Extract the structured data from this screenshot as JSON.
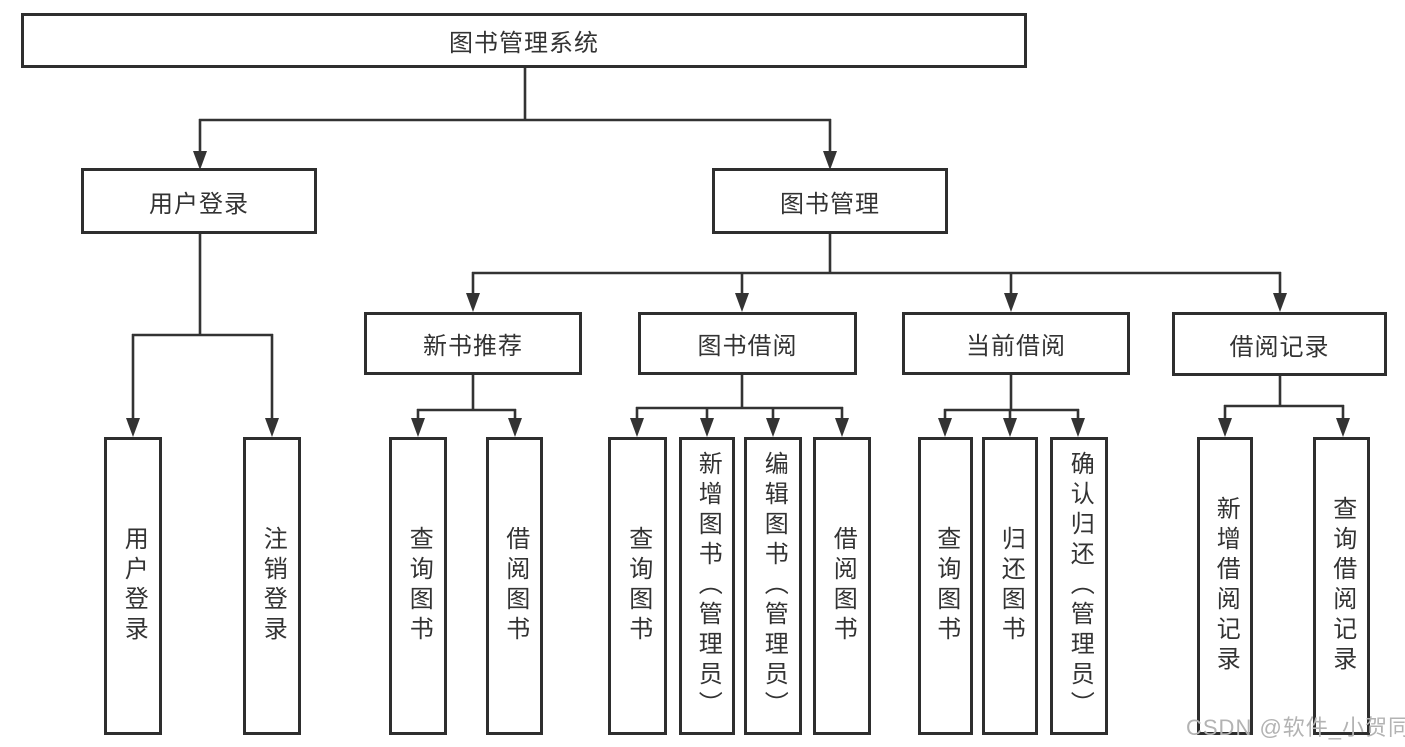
{
  "diagram": {
    "root": {
      "label": "图书管理系统"
    },
    "branches": [
      {
        "label": "用户登录",
        "children": [
          {
            "label": "用户登录"
          },
          {
            "label": "注销登录"
          }
        ]
      },
      {
        "label": "图书管理",
        "children": [
          {
            "label": "新书推荐",
            "children": [
              {
                "label": "查询图书"
              },
              {
                "label": "借阅图书"
              }
            ]
          },
          {
            "label": "图书借阅",
            "children": [
              {
                "label": "查询图书"
              },
              {
                "label": "新增图书（管理员）"
              },
              {
                "label": "编辑图书（管理员）"
              },
              {
                "label": "借阅图书"
              }
            ]
          },
          {
            "label": "当前借阅",
            "children": [
              {
                "label": "查询图书"
              },
              {
                "label": "归还图书"
              },
              {
                "label": "确认归还（管理员）"
              }
            ]
          },
          {
            "label": "借阅记录",
            "children": [
              {
                "label": "新增借阅记录"
              },
              {
                "label": "查询借阅记录"
              }
            ]
          }
        ]
      }
    ],
    "watermark": "CSDN @软件_小贺同学",
    "colors": {
      "line": "#333333",
      "box_border": "#2e2e2e",
      "text": "#333333",
      "watermark": "#b3b3b3",
      "background": "#ffffff"
    }
  }
}
